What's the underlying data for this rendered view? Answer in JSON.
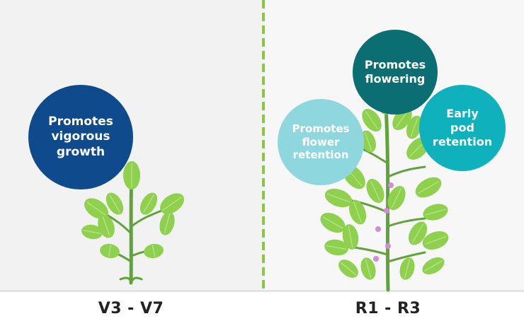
{
  "stages": {
    "left": "V3 - V7",
    "right": "R1 - R3"
  },
  "benefits": {
    "vigorous_growth": [
      "Promotes",
      "vigorous",
      "growth"
    ],
    "flowering": [
      "Promotes",
      "flowering"
    ],
    "flower_retention": [
      "Promotes",
      "flower",
      "retention"
    ],
    "pod_retention": [
      "Early",
      "pod",
      "retention"
    ]
  },
  "colors": {
    "panel_left": "#f2f2f2",
    "panel_right": "#f7f7f8",
    "divider": "#8dc63f",
    "leaf": "#8fd14f",
    "stem": "#5fa33a",
    "flower": "#d38ad9",
    "bubble_growth": "#0f4b8c",
    "bubble_flowering": "#0a6e73",
    "bubble_flower_retention": "#8fd7de",
    "bubble_pod_retention": "#0fb1bc"
  }
}
